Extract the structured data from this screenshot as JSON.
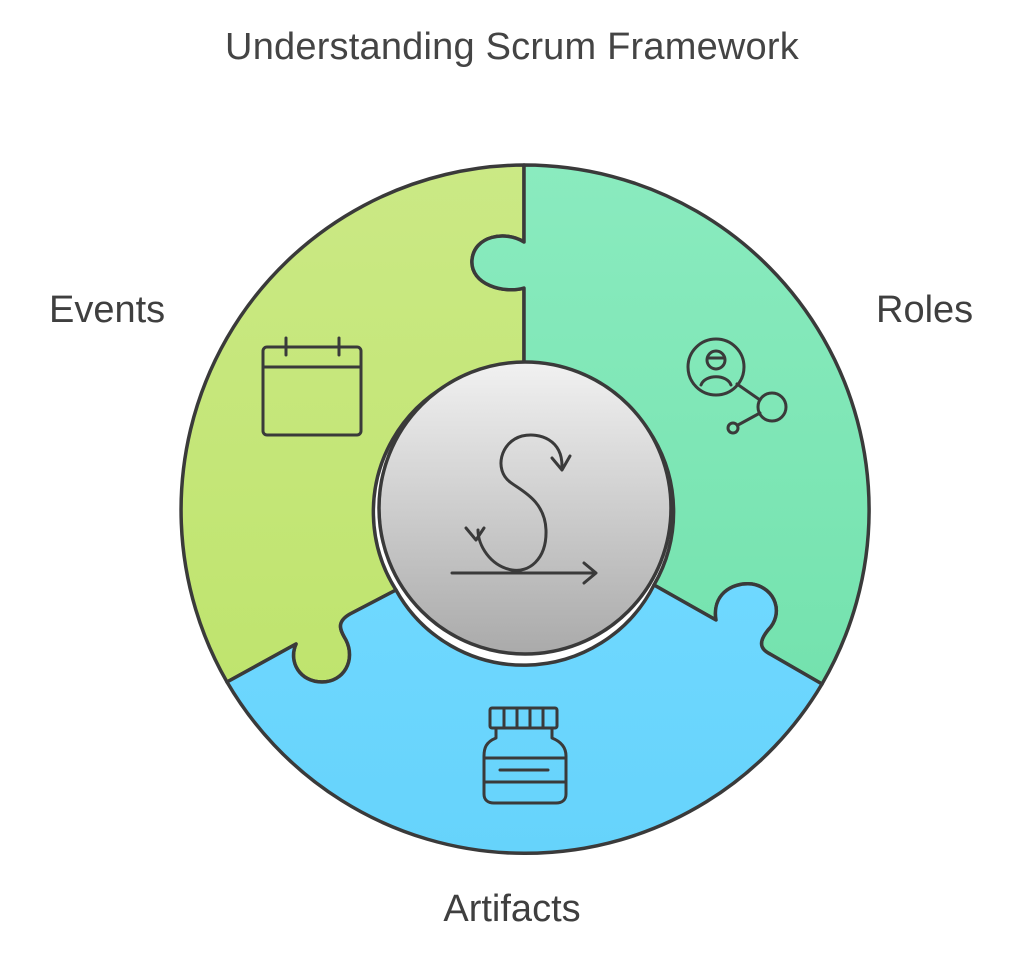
{
  "title": "Understanding Scrum Framework",
  "segments": [
    {
      "id": "events",
      "label": "Events",
      "icon": "calendar-icon",
      "color": "#c5e87a"
    },
    {
      "id": "roles",
      "label": "Roles",
      "icon": "person-network-icon",
      "color": "#85e8b8"
    },
    {
      "id": "artifacts",
      "label": "Artifacts",
      "icon": "jar-icon",
      "color": "#6dd6fc"
    }
  ],
  "center": {
    "icon": "scrum-cycle-arrow-icon",
    "color": "#cfcfcf"
  }
}
